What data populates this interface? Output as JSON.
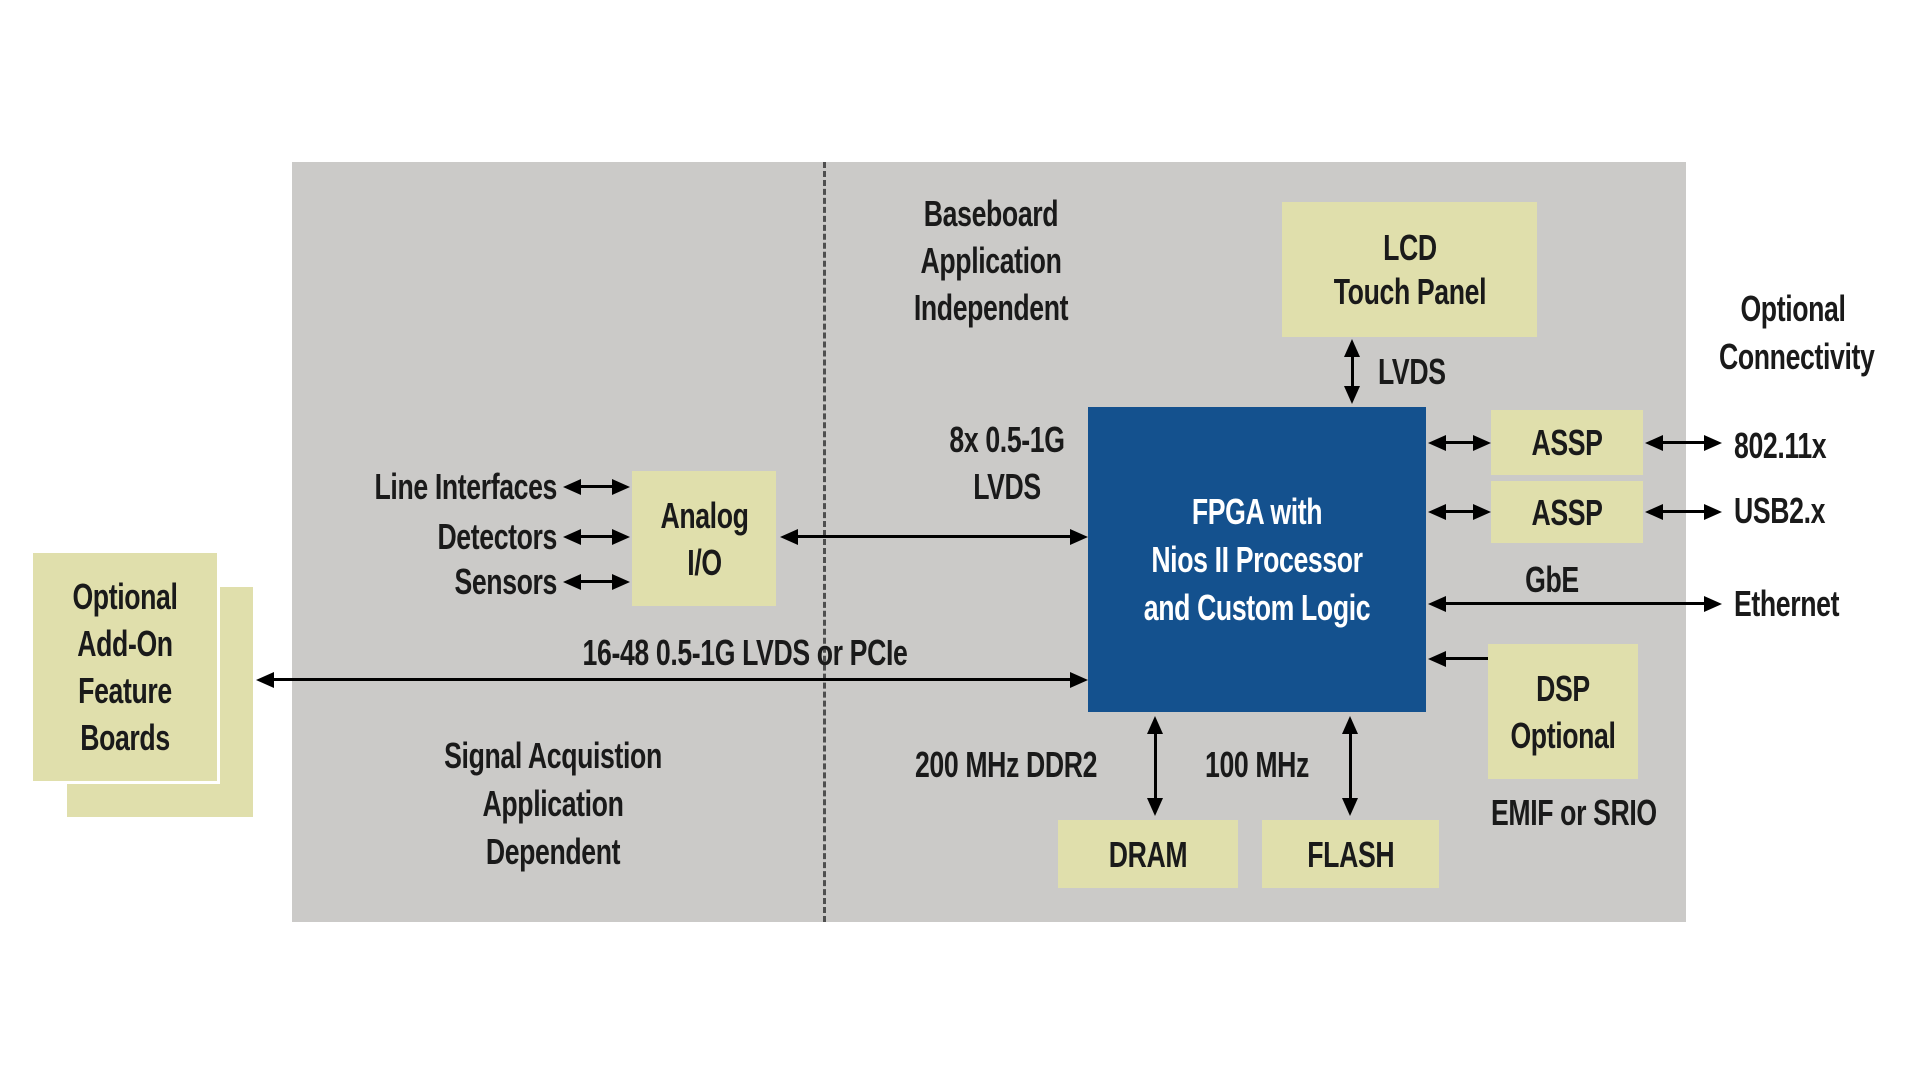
{
  "colors": {
    "page_background": "#ffffff",
    "panel_gray": "#cbcac8",
    "box_yellow": "#e0dfac",
    "fpga_blue": "#14518e",
    "arrow_black": "#000000",
    "text_dark": "#1a1a1a",
    "fpga_text": "#ffffff",
    "divider_gray": "#4f4f4f",
    "front_box_border": "#ffffff"
  },
  "regions": {
    "baseboard_label": {
      "lines": [
        "Baseboard",
        "Application",
        "Independent"
      ]
    },
    "signal_label": {
      "lines": [
        "Signal Acquistion",
        "Application",
        "Dependent"
      ]
    },
    "optional_connectivity": {
      "lines": [
        "Optional",
        "Connectivity"
      ]
    }
  },
  "blocks": {
    "feature_boards": {
      "lines": [
        "Optional",
        "Add-On",
        "Feature",
        "Boards"
      ]
    },
    "analog_io": {
      "lines": [
        "Analog",
        "I/O"
      ]
    },
    "fpga": {
      "lines": [
        "FPGA with",
        "Nios II Processor",
        "and Custom Logic"
      ]
    },
    "lcd": {
      "lines": [
        "LCD",
        "Touch Panel"
      ]
    },
    "assp_top": "ASSP",
    "assp_bottom": "ASSP",
    "dsp": {
      "lines": [
        "DSP",
        "Optional"
      ]
    },
    "dram": "DRAM",
    "flash": "FLASH"
  },
  "labels": {
    "line_interfaces": "Line Interfaces",
    "detectors": "Detectors",
    "sensors": "Sensors",
    "lvds_top": "LVDS",
    "lvds_8x": {
      "lines": [
        "8x 0.5-1G",
        "LVDS"
      ]
    },
    "bus_16_48": "16-48 0.5-1G LVDS or PCIe",
    "ddr2": "200 MHz DDR2",
    "flash_clk": "100 MHz",
    "gbe": "GbE",
    "ethernet": "Ethernet",
    "wifi": "802.11x",
    "usb": "USB2.x",
    "emif": "EMIF or SRIO"
  }
}
